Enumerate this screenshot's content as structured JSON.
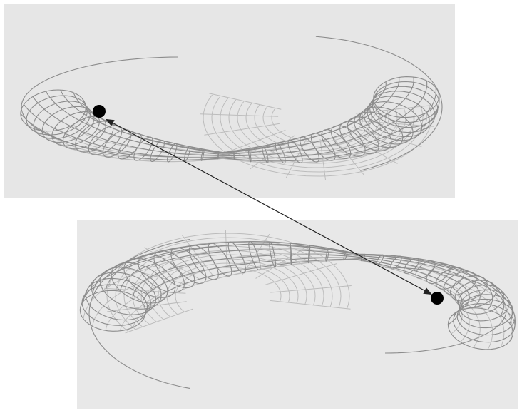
{
  "figure": {
    "colors": {
      "panel_top": "#e6e6e6",
      "panel_bottom": "#e8e8e8",
      "mesh": "#8c8c8c",
      "mesh_faint": "#b9b9b9",
      "marker": "#000000",
      "arrow": "#222222"
    },
    "shapes": [
      {
        "name": "wireframe-surface-top",
        "view": "upper"
      },
      {
        "name": "wireframe-surface-bottom",
        "view": "lower"
      }
    ],
    "markers": [
      {
        "name": "point-marker-top",
        "view": "upper"
      },
      {
        "name": "point-marker-bottom",
        "view": "lower"
      }
    ],
    "connector": {
      "name": "double-headed-arrow",
      "style": "double-headed"
    }
  }
}
